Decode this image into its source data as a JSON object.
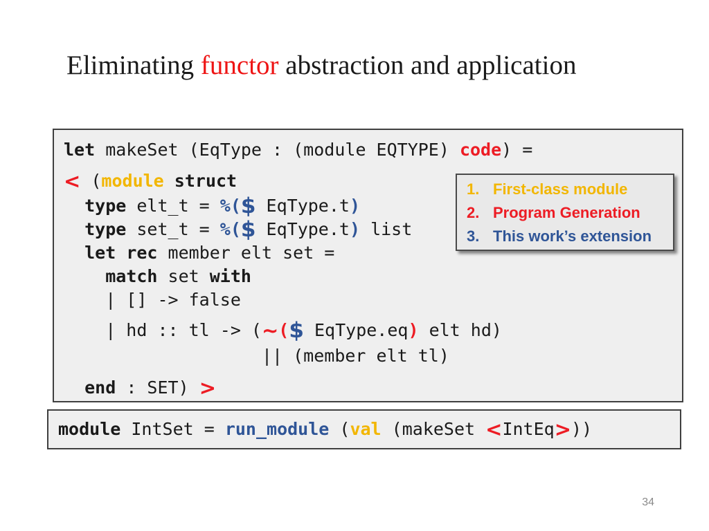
{
  "slide": {
    "title": {
      "prefix": "Eliminating ",
      "emphasis": "functor",
      "suffix": " abstraction and application"
    },
    "page_number": "34"
  },
  "colors": {
    "title_emphasis_red": "#ee1414",
    "code_red": "#ed1c24",
    "code_gold": "#f2b600",
    "code_blue": "#2f5597",
    "box_background": "#efefef",
    "box_border": "#3f3f3f"
  },
  "code_main": {
    "lines": [
      {
        "tokens": [
          {
            "t": "let",
            "c": "kw"
          },
          {
            "t": " makeSet (EqType : (module EQTYPE) ",
            "c": "p"
          },
          {
            "t": "code",
            "c": "redkw"
          },
          {
            "t": ") =",
            "c": "p"
          }
        ]
      },
      {
        "tokens": [
          {
            "t": "<",
            "c": "mk"
          },
          {
            "t": " (",
            "c": "p"
          },
          {
            "t": "module",
            "c": "goldkw"
          },
          {
            "t": " ",
            "c": "p"
          },
          {
            "t": "struct",
            "c": "kw"
          }
        ]
      },
      {
        "tokens": [
          {
            "t": "  ",
            "c": "p"
          },
          {
            "t": "type",
            "c": "kw"
          },
          {
            "t": " elt_t = ",
            "c": "p"
          },
          {
            "t": "%(",
            "c": "bluekw"
          },
          {
            "t": "$",
            "c": "dollar"
          },
          {
            "t": " EqType.t",
            "c": "p"
          },
          {
            "t": ")",
            "c": "bluekw"
          }
        ]
      },
      {
        "tokens": [
          {
            "t": "  ",
            "c": "p"
          },
          {
            "t": "type",
            "c": "kw"
          },
          {
            "t": " set_t = ",
            "c": "p"
          },
          {
            "t": "%(",
            "c": "bluekw"
          },
          {
            "t": "$",
            "c": "dollar"
          },
          {
            "t": " EqType.t",
            "c": "p"
          },
          {
            "t": ")",
            "c": "bluekw"
          },
          {
            "t": " list",
            "c": "p"
          }
        ]
      },
      {
        "tokens": [
          {
            "t": "  ",
            "c": "p"
          },
          {
            "t": "let",
            "c": "kw"
          },
          {
            "t": " ",
            "c": "p"
          },
          {
            "t": "rec",
            "c": "kw"
          },
          {
            "t": " member elt set =",
            "c": "p"
          }
        ]
      },
      {
        "tokens": [
          {
            "t": "    ",
            "c": "p"
          },
          {
            "t": "match",
            "c": "kw"
          },
          {
            "t": " set ",
            "c": "p"
          },
          {
            "t": "with",
            "c": "kw"
          }
        ]
      },
      {
        "tokens": [
          {
            "t": "    | [] -> false",
            "c": "p"
          }
        ]
      },
      {
        "tokens": [
          {
            "t": "    | hd :: tl -> (",
            "c": "p"
          },
          {
            "t": "~",
            "c": "mk"
          },
          {
            "t": "(",
            "c": "redkw"
          },
          {
            "t": "$",
            "c": "dollar"
          },
          {
            "t": " EqType.eq",
            "c": "p"
          },
          {
            "t": ")",
            "c": "redkw"
          },
          {
            "t": " elt hd)",
            "c": "p"
          }
        ]
      },
      {
        "tokens": [
          {
            "t": "                   || (member elt tl)",
            "c": "p"
          }
        ]
      },
      {
        "tokens": [
          {
            "t": "  ",
            "c": "p"
          },
          {
            "t": "end",
            "c": "kw"
          },
          {
            "t": " : SET) ",
            "c": "p"
          },
          {
            "t": ">",
            "c": "mk"
          }
        ]
      }
    ]
  },
  "callout": {
    "items": [
      {
        "number": "1.",
        "label": "First-class module",
        "color": "#f2b600"
      },
      {
        "number": "2.",
        "label": "Program Generation",
        "color": "#ed1c24"
      },
      {
        "number": "3.",
        "label": "This work’s extension",
        "color": "#2f5597"
      }
    ]
  },
  "code_bottom": {
    "tokens": [
      {
        "t": "module",
        "c": "kw"
      },
      {
        "t": " IntSet = ",
        "c": "p"
      },
      {
        "t": "run_module",
        "c": "bluekw"
      },
      {
        "t": " (",
        "c": "p"
      },
      {
        "t": "val",
        "c": "goldkw"
      },
      {
        "t": " (makeSet ",
        "c": "p"
      },
      {
        "t": "<",
        "c": "mk"
      },
      {
        "t": "IntEq",
        "c": "p"
      },
      {
        "t": ">",
        "c": "mk"
      },
      {
        "t": "))",
        "c": "p"
      }
    ]
  }
}
